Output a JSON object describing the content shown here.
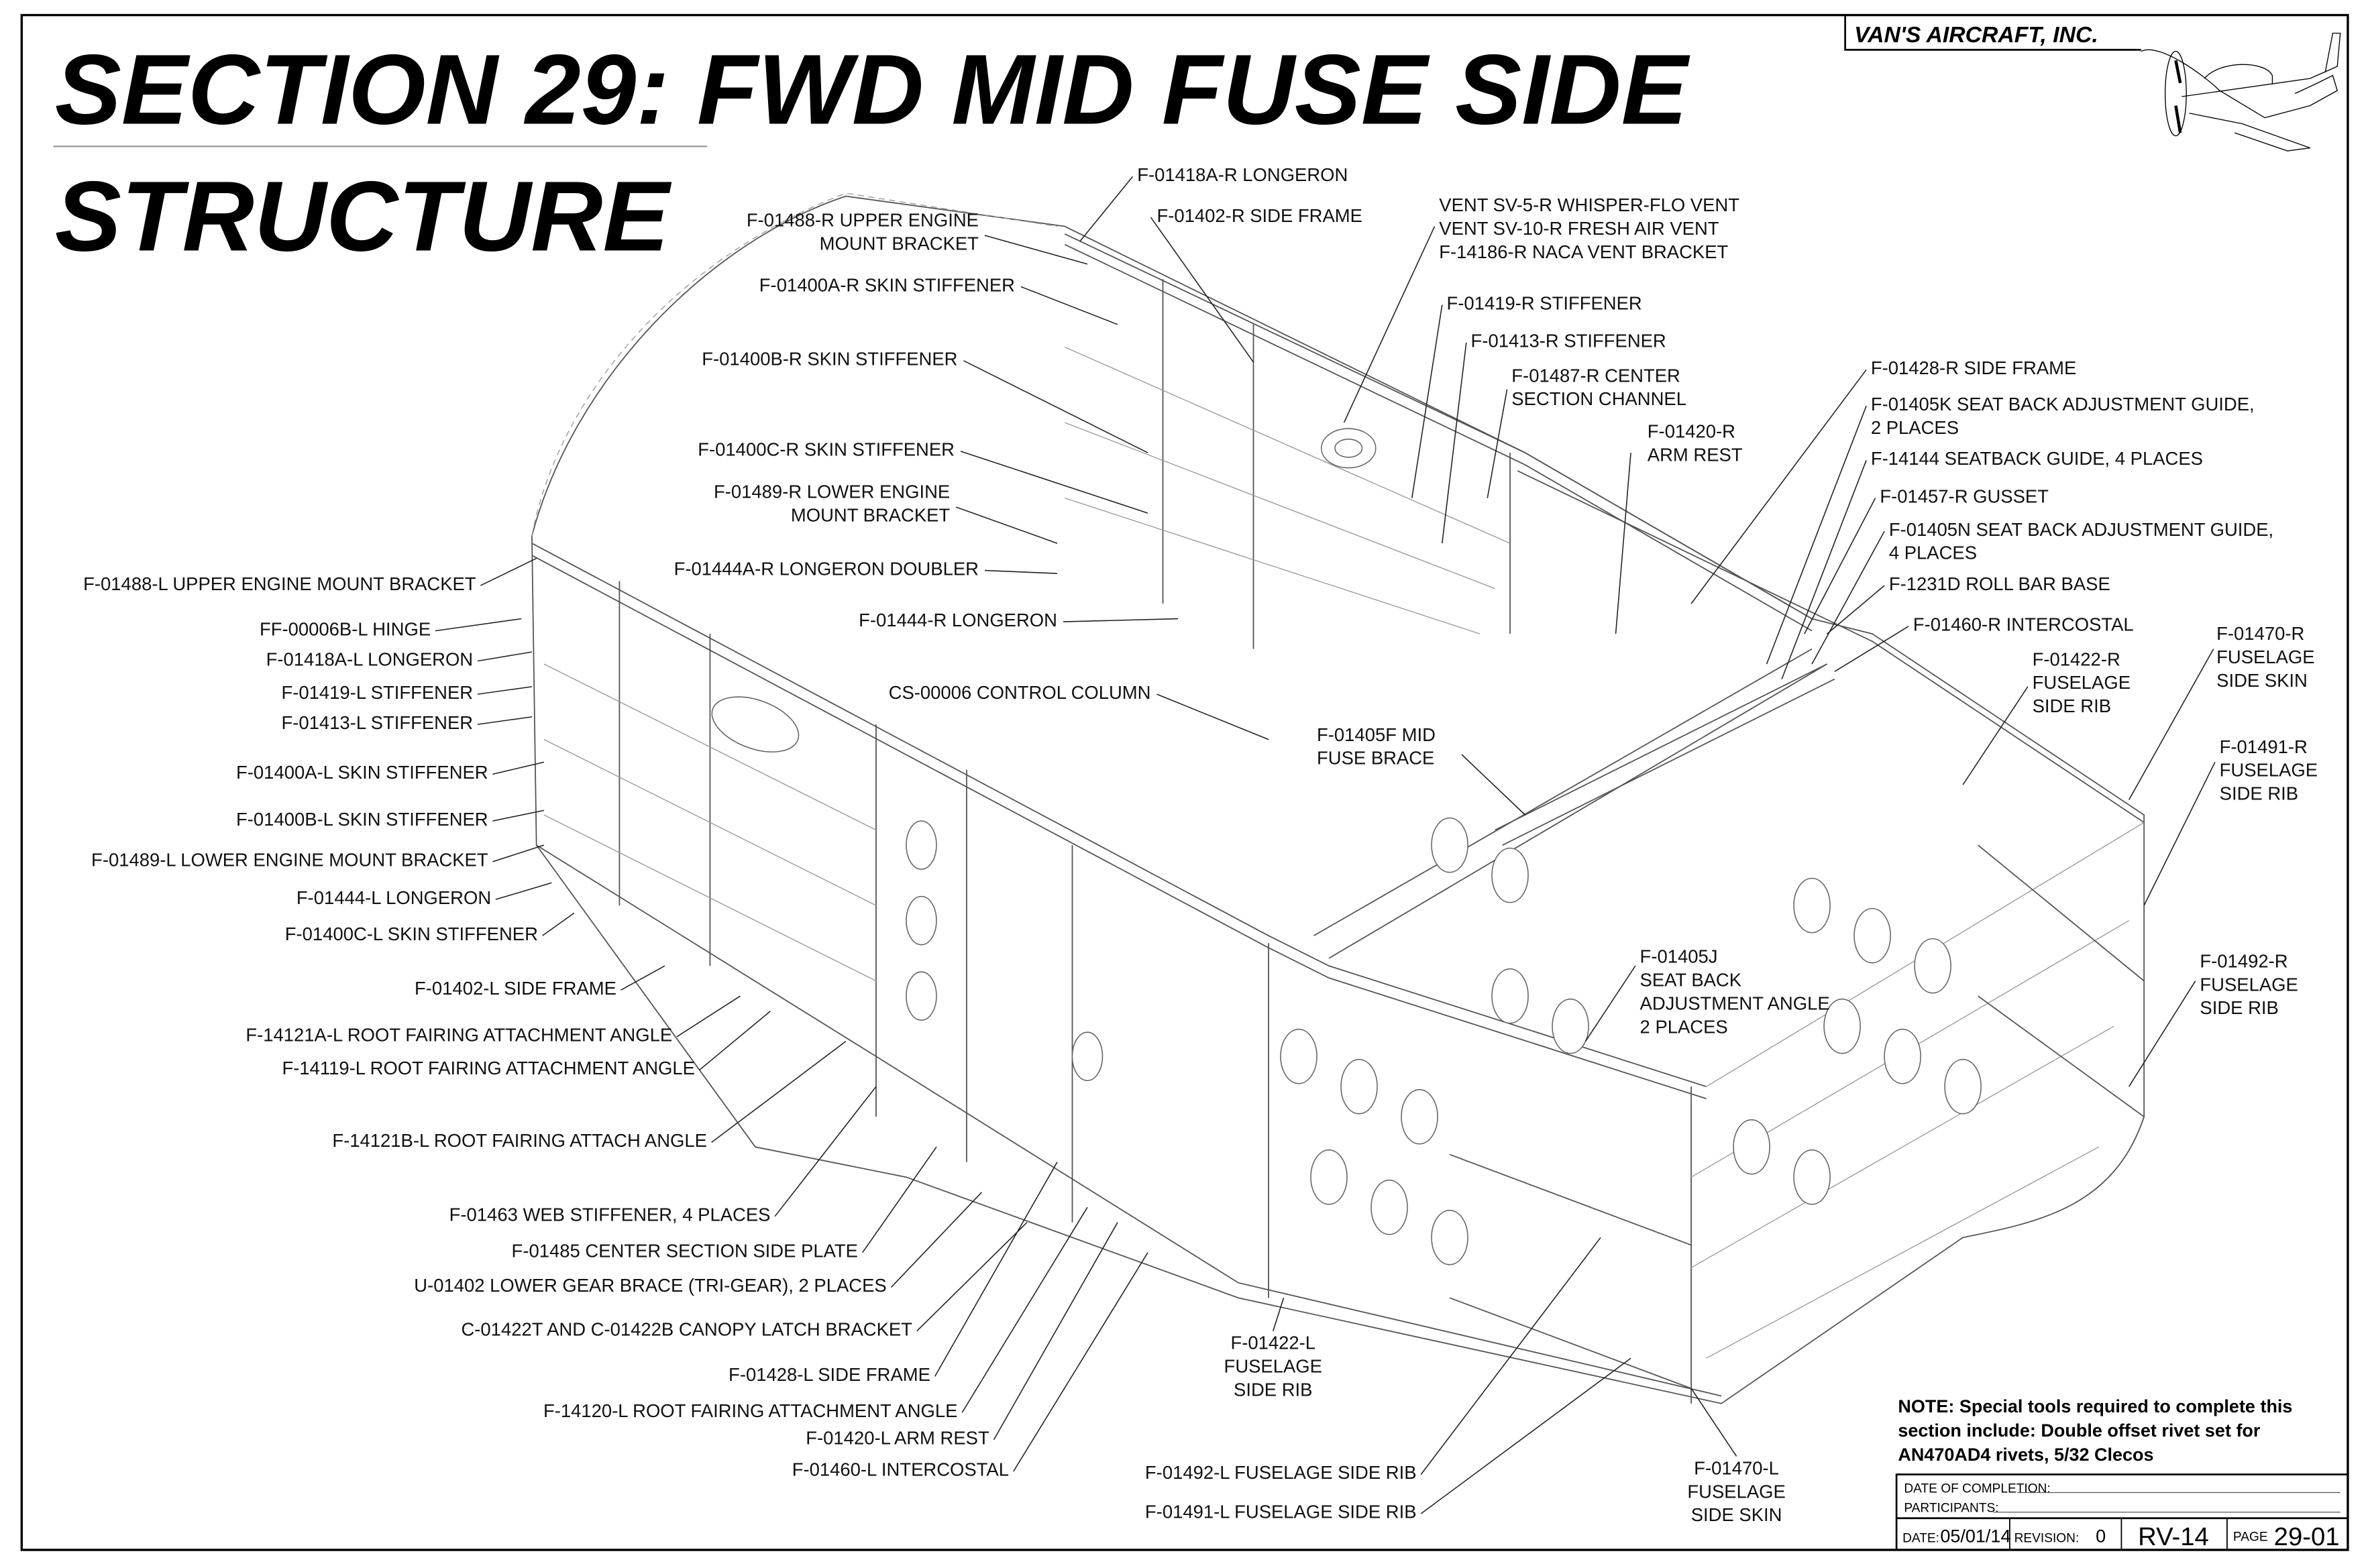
{
  "title": {
    "line1": "SECTION 29: FWD MID FUSE SIDE",
    "line2": "STRUCTURE"
  },
  "brand": "VAN'S AIRCRAFT, INC.",
  "labels": [
    {
      "lines": [
        "F-01488-L UPPER ENGINE MOUNT BRACKET"
      ]
    },
    {
      "lines": [
        "FF-00006B-L HINGE"
      ]
    },
    {
      "lines": [
        "F-01418A-L LONGERON"
      ]
    },
    {
      "lines": [
        "F-01419-L  STIFFENER"
      ]
    },
    {
      "lines": [
        "F-01413-L STIFFENER"
      ]
    },
    {
      "lines": [
        "F-01400A-L SKIN STIFFENER"
      ]
    },
    {
      "lines": [
        "F-01400B-L SKIN STIFFENER"
      ]
    },
    {
      "lines": [
        "F-01489-L LOWER ENGINE MOUNT BRACKET"
      ]
    },
    {
      "lines": [
        "F-01444-L LONGERON"
      ]
    },
    {
      "lines": [
        "F-01400C-L SKIN STIFFENER"
      ]
    },
    {
      "lines": [
        "F-01402-L SIDE FRAME"
      ]
    },
    {
      "lines": [
        "F-14121A-L ROOT FAIRING ATTACHMENT ANGLE"
      ]
    },
    {
      "lines": [
        "F-14119-L ROOT FAIRING ATTACHMENT ANGLE"
      ]
    },
    {
      "lines": [
        "F-14121B-L ROOT FAIRING ATTACH ANGLE"
      ]
    },
    {
      "lines": [
        "F-01463 WEB STIFFENER, 4 PLACES"
      ]
    },
    {
      "lines": [
        "F-01485 CENTER SECTION SIDE PLATE"
      ]
    },
    {
      "lines": [
        "U-01402 LOWER GEAR BRACE (TRI-GEAR), 2 PLACES"
      ]
    },
    {
      "lines": [
        "C-01422T AND C-01422B CANOPY LATCH BRACKET"
      ]
    },
    {
      "lines": [
        "F-01428-L SIDE FRAME"
      ]
    },
    {
      "lines": [
        "F-14120-L ROOT FAIRING ATTACHMENT ANGLE"
      ]
    },
    {
      "lines": [
        "F-01420-L ARM REST"
      ]
    },
    {
      "lines": [
        "F-01460-L INTERCOSTAL"
      ]
    },
    {
      "lines": [
        "F-01488-R UPPER ENGINE",
        "MOUNT BRACKET"
      ]
    },
    {
      "lines": [
        "F-01400A-R SKIN STIFFENER"
      ]
    },
    {
      "lines": [
        "F-01400B-R SKIN STIFFENER"
      ]
    },
    {
      "lines": [
        "F-01400C-R SKIN STIFFENER"
      ]
    },
    {
      "lines": [
        "F-01489-R LOWER ENGINE",
        "MOUNT BRACKET"
      ]
    },
    {
      "lines": [
        "F-01444A-R LONGERON DOUBLER"
      ]
    },
    {
      "lines": [
        "F-01444-R LONGERON"
      ]
    },
    {
      "lines": [
        "CS-00006 CONTROL COLUMN"
      ]
    },
    {
      "lines": [
        "F-01418A-R LONGERON"
      ]
    },
    {
      "lines": [
        "F-01402-R SIDE FRAME"
      ]
    },
    {
      "lines": [
        "VENT SV-5-R WHISPER-FLO VENT",
        "VENT SV-10-R FRESH AIR VENT",
        "F-14186-R NACA VENT BRACKET"
      ]
    },
    {
      "lines": [
        "F-01419-R STIFFENER"
      ]
    },
    {
      "lines": [
        "F-01413-R STIFFENER"
      ]
    },
    {
      "lines": [
        "F-01487-R CENTER",
        "SECTION CHANNEL"
      ]
    },
    {
      "lines": [
        "F-01420-R",
        "ARM REST"
      ]
    },
    {
      "lines": [
        "F-01428-R SIDE FRAME"
      ]
    },
    {
      "lines": [
        "F-01405K SEAT BACK ADJUSTMENT GUIDE,",
        "2 PLACES"
      ]
    },
    {
      "lines": [
        "F-14144 SEATBACK GUIDE, 4 PLACES"
      ]
    },
    {
      "lines": [
        "F-01457-R GUSSET"
      ]
    },
    {
      "lines": [
        "F-01405N SEAT BACK ADJUSTMENT GUIDE,",
        "4 PLACES"
      ]
    },
    {
      "lines": [
        "F-1231D ROLL BAR BASE"
      ]
    },
    {
      "lines": [
        "F-01460-R INTERCOSTAL"
      ]
    },
    {
      "lines": [
        "F-01422-R",
        "FUSELAGE",
        "SIDE RIB"
      ]
    },
    {
      "lines": [
        "F-01470-R",
        "FUSELAGE",
        "SIDE SKIN"
      ]
    },
    {
      "lines": [
        "F-01491-R",
        "FUSELAGE",
        "SIDE RIB"
      ]
    },
    {
      "lines": [
        "F-01492-R",
        "FUSELAGE",
        "SIDE RIB"
      ]
    },
    {
      "lines": [
        "F-01405F MID",
        "FUSE BRACE"
      ]
    },
    {
      "lines": [
        "F-01405J",
        "SEAT BACK",
        "ADJUSTMENT ANGLE",
        "2 PLACES"
      ]
    },
    {
      "lines": [
        "F-01422-L",
        "FUSELAGE",
        "SIDE RIB"
      ]
    },
    {
      "lines": [
        "F-01492-L FUSELAGE SIDE RIB"
      ]
    },
    {
      "lines": [
        "F-01491-L FUSELAGE SIDE RIB"
      ]
    },
    {
      "lines": [
        "F-01470-L",
        "FUSELAGE",
        "SIDE SKIN"
      ]
    }
  ],
  "note": {
    "lines": [
      "NOTE: Special tools required to complete this",
      "section include: Double offset rivet set for",
      "AN470AD4 rivets, 5/32 Clecos"
    ]
  },
  "title_block": {
    "date_of_completion_label": "DATE OF COMPLETION:",
    "participants_label": "PARTICIPANTS:",
    "date_label": "DATE:",
    "date_value": "05/01/14",
    "revision_label": "REVISION:",
    "revision_value": "0",
    "model": "RV-14",
    "page_label": "PAGE",
    "page_value": "29-01"
  }
}
